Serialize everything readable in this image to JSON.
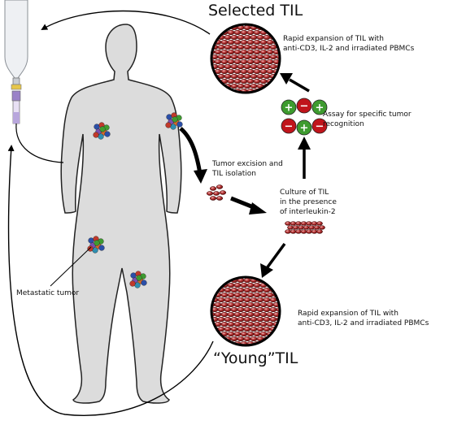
{
  "labels": {
    "selected_til": "Selected TIL",
    "young_til": "“Young”TIL",
    "rapid_top_line1": "Rapid expansion of TIL with",
    "rapid_top_line2": "anti-CD3, IL-2 and irradiated PBMCs",
    "assay": "Assay for specific tumor recognition",
    "excision_line1": "Tumor excision and",
    "excision_line2": "TIL isolation",
    "culture_line1": "Culture of TIL",
    "culture_line2": "in the presence",
    "culture_line3": "of interleukin-2",
    "metastatic": "Metastatic tumor",
    "rapid_bottom_line1": "Rapid expansion of TIL with",
    "rapid_bottom_line2": "anti-CD3, IL-2 and irradiated PBMCs"
  },
  "assay_signs": [
    "+",
    "−",
    "+",
    "−",
    "+",
    "−"
  ],
  "colors": {
    "body": "#dcdcdc",
    "cell": "#8b1a1a",
    "assay_positive": "#3e9b2f",
    "assay_negative": "#c0141b",
    "arrow": "#000000"
  }
}
